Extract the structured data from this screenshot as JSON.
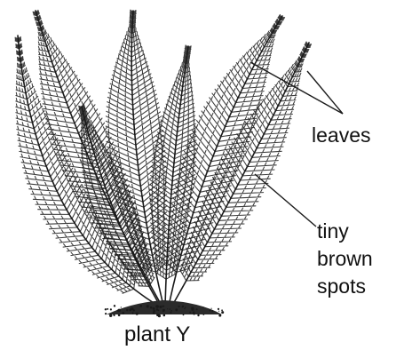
{
  "labels": {
    "leaves": "leaves",
    "spots_line1": "tiny",
    "spots_line2": "brown",
    "spots_line3": "spots",
    "caption": "plant Y"
  },
  "colors": {
    "ink": "#1a1a1a",
    "background": "#ffffff"
  },
  "icons": [
    "fern-plant-illustration"
  ]
}
